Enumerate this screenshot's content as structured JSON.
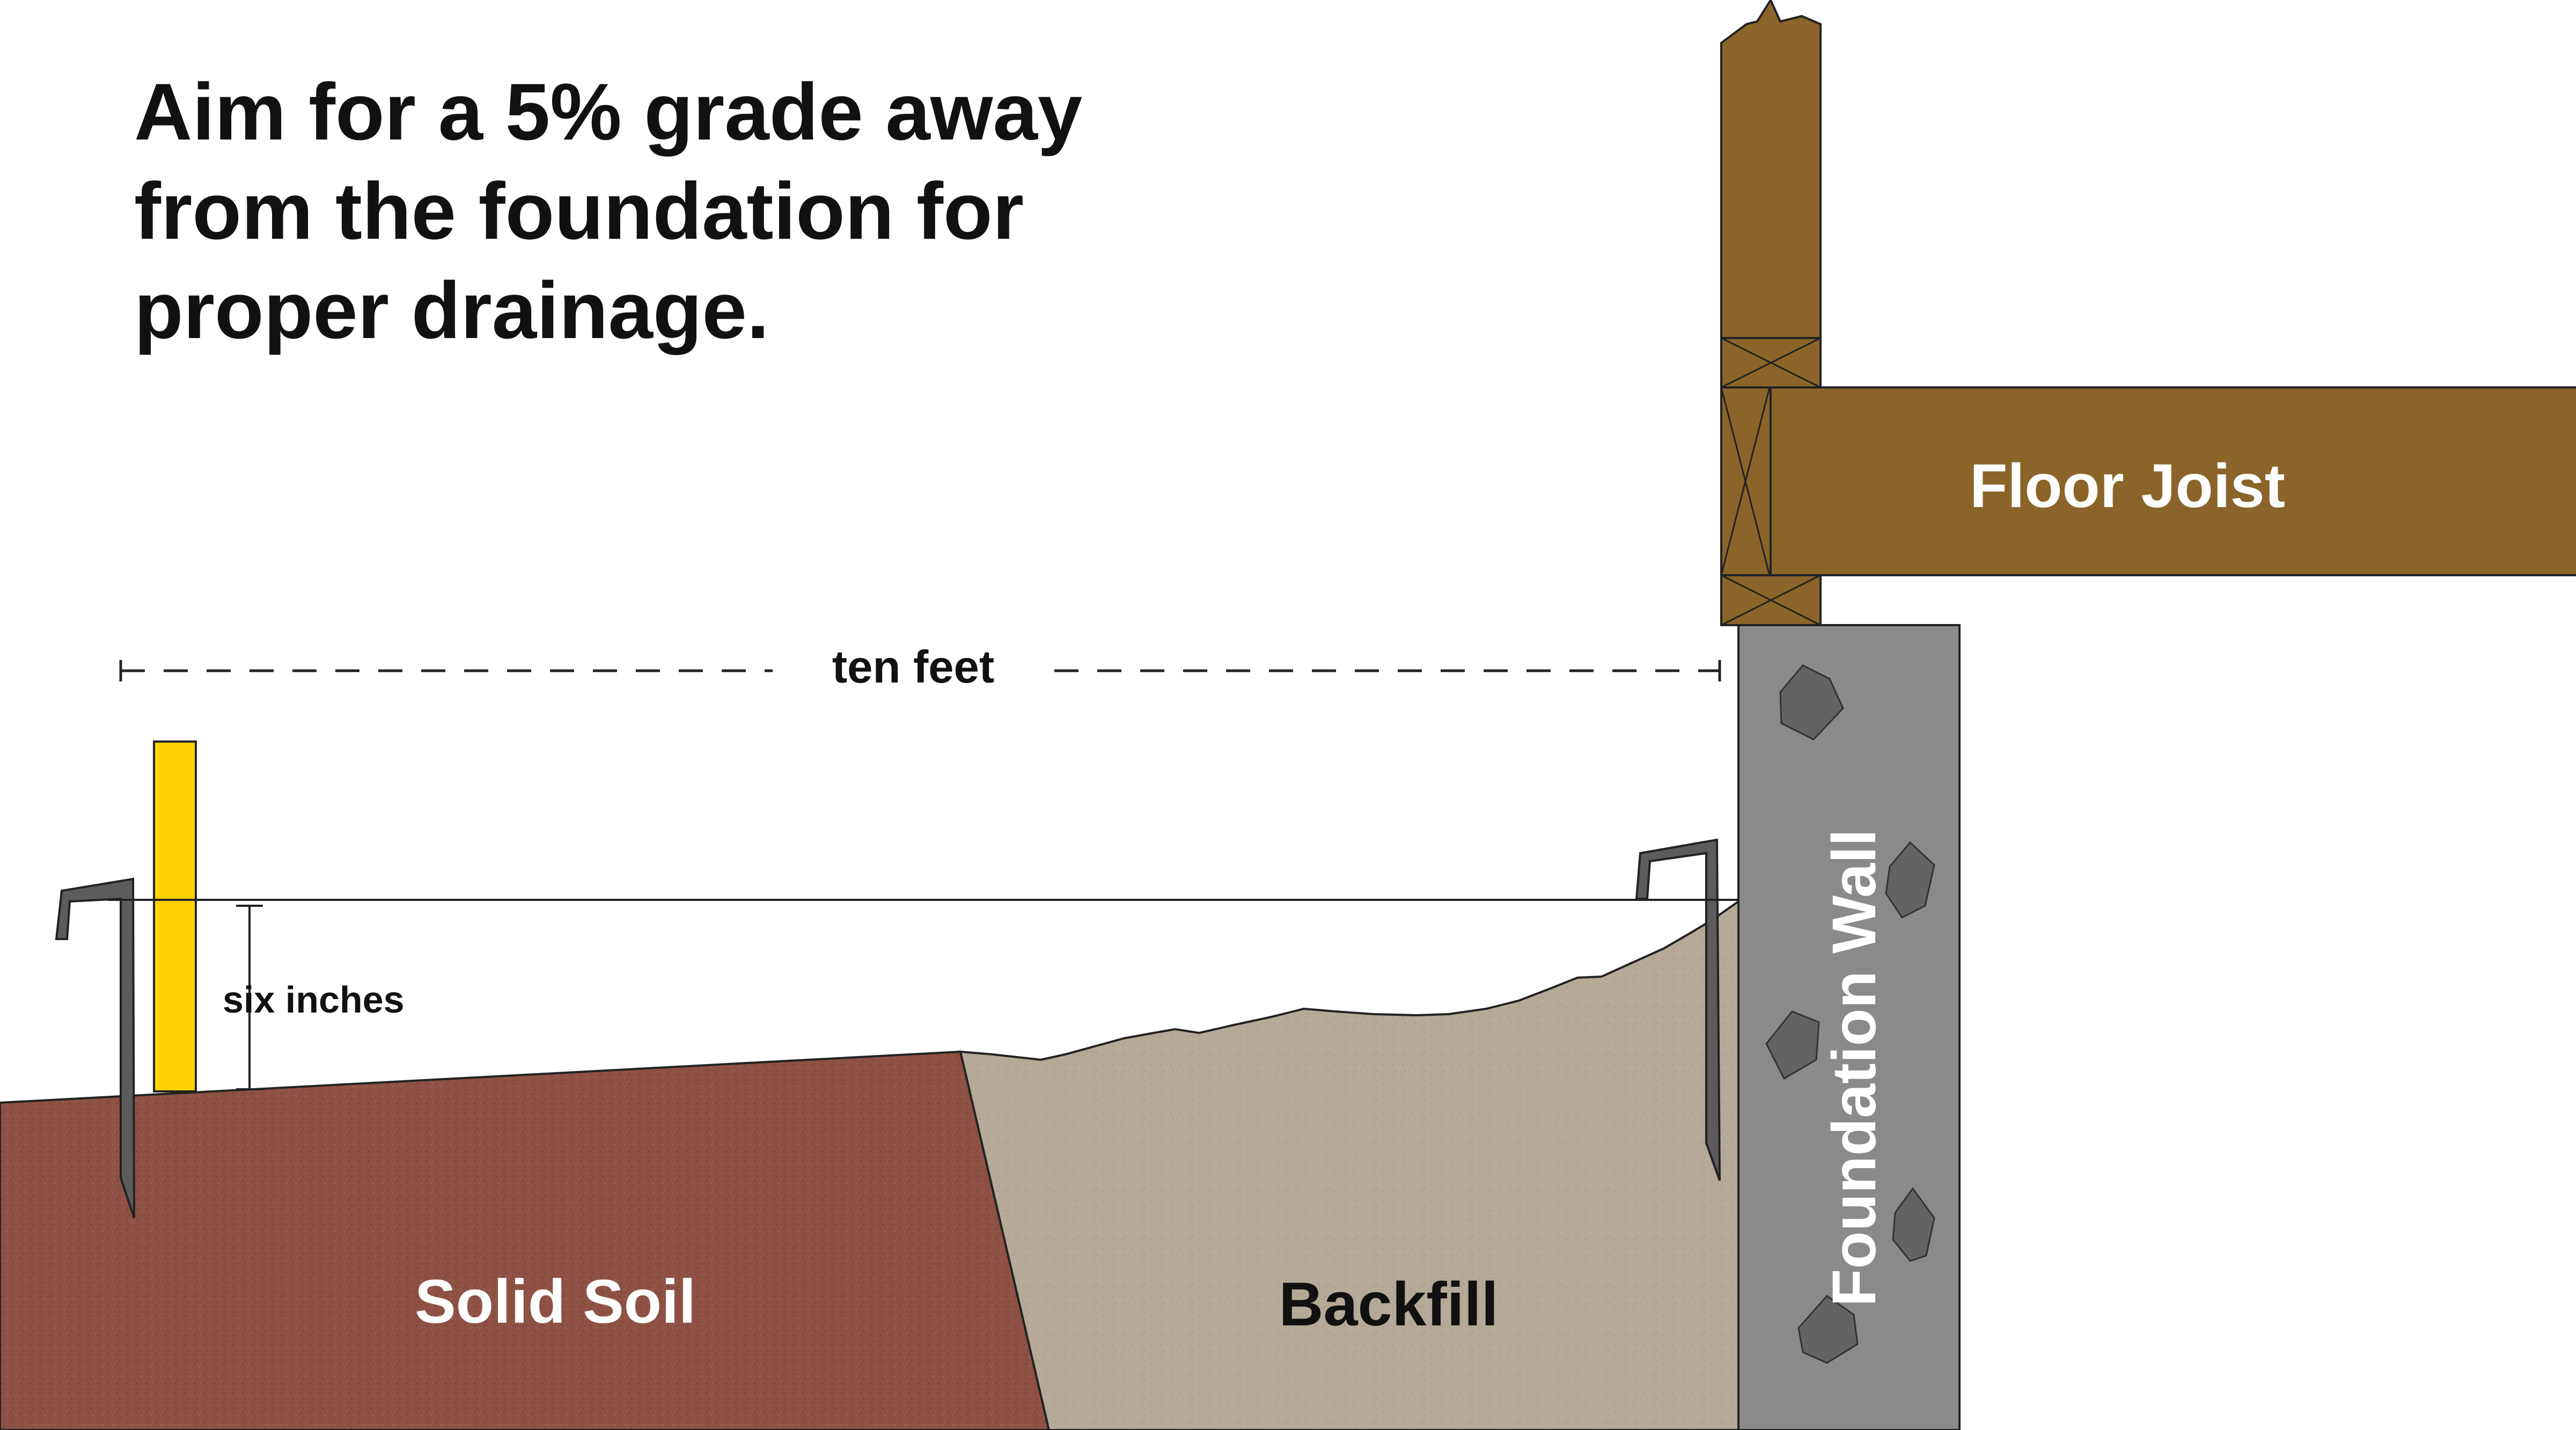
{
  "headline": {
    "line1": "Aim for a 5% grade away",
    "line2": "from the foundation for",
    "line3": "proper drainage."
  },
  "labels": {
    "floor_joist": "Floor Joist",
    "foundation_wall": "Foundation Wall",
    "backfill": "Backfill",
    "solid_soil": "Solid Soil",
    "ten_feet": "ten feet",
    "six_inches": "six inches"
  },
  "colors": {
    "wood": "#8B642A",
    "concrete": "#8A8A8A",
    "rock": "#636363",
    "backfill": "#B5A998",
    "soil": "#8E5244",
    "marker": "#FFD200",
    "stake": "#5C5C5C",
    "text_dark": "#111111",
    "text_light": "#FFFFFF"
  }
}
